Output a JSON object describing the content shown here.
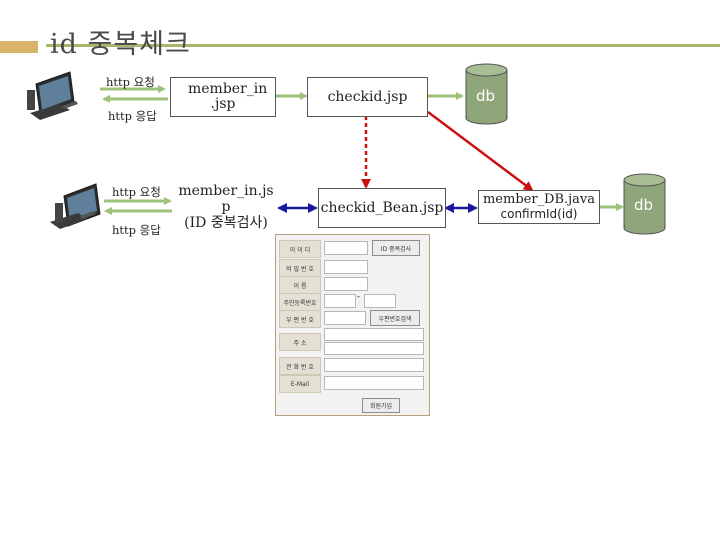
{
  "title": "id 중복체크",
  "row1": {
    "http_request": "http 요청",
    "http_response": "http 응답",
    "box1": "member_in .jsp",
    "box2": "checkid.jsp",
    "db": "db"
  },
  "row2": {
    "http_request": "http 요청",
    "http_response": "http 응답",
    "box1_line1": "member_in.js",
    "box1_line2": "p",
    "box1_caption": "(ID 중복검사)",
    "box2": "checkid_Bean.jsp",
    "box3_line1": "member_DB.java",
    "box3_line2": "confirmId(id)",
    "db": "db"
  },
  "form": {
    "fields": [
      {
        "label": "아 이 디",
        "button": "ID 중복검사"
      },
      {
        "label": "비 밀 번 호"
      },
      {
        "label": "이 름"
      },
      {
        "label": "주민등록번호",
        "separator": "-"
      },
      {
        "label": "우 편 번 호",
        "button": "우편번호검색"
      },
      {
        "label": "주 소"
      },
      {
        "label": "전 화 번 호"
      },
      {
        "label": "E-Mail"
      }
    ],
    "submit": "회원가입"
  },
  "colors": {
    "red_arrow": "#cc1111",
    "blue_arrow": "#1a1aa0",
    "green_arrow": "#9fc27a",
    "db_fill": "#8fa67a",
    "title_bar": "#a7b86a",
    "accent": "#d9b36a"
  }
}
